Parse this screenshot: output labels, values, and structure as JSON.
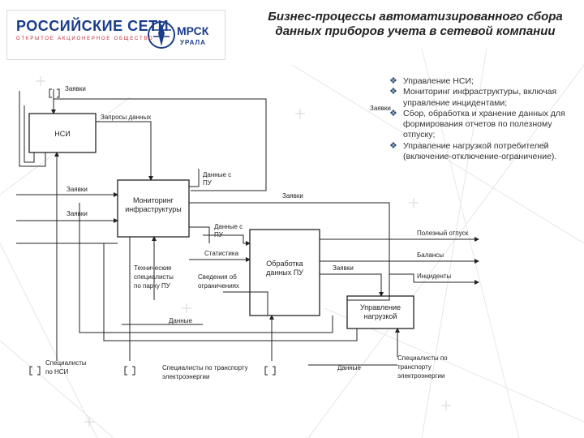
{
  "header": {
    "logo_main": "РОССИЙСКИЕ СЕТИ",
    "logo_sub": "ОТКРЫТОЕ АКЦИОНЕРНОЕ ОБЩЕСТВО",
    "logo_second": "МРСК",
    "logo_second_sub": "УРАЛА",
    "title": "Бизнес-процессы автоматизированного сбора данных приборов учета в сетевой компании"
  },
  "bullets": [
    "Управление НСИ;",
    "Мониторинг инфраструктуры, включая управление инцидентами;",
    "Сбор, обработка и хранение данных для формирования отчетов по полезному отпуску;",
    "Управление нагрузкой потребителей (включение-отключение-ограничение)."
  ],
  "diagram": {
    "boxes": {
      "nsi": "НСИ",
      "monitoring": [
        "Мониторинг",
        "инфраструктуры"
      ],
      "processing": [
        "Обработка",
        "данных ПУ"
      ],
      "load": [
        "Управление",
        "нагрузкой"
      ]
    },
    "labels": {
      "zayavki_top": "Заявки",
      "zapros": "Запросы данных",
      "dannye_pu_1": [
        "Данные с",
        "ПУ"
      ],
      "zayavki_left_1": "Заявки",
      "zayavki_left_2": "Заявки",
      "zayavki_right": "Заявки",
      "zayavki_mid": "Заявки",
      "dannye_pu_2": [
        "Данные с",
        "ПУ"
      ],
      "statistika": "Статистика",
      "zayavki_proc": "Заявки",
      "tech_spec": [
        "Технические",
        "специалисты",
        "по парку ПУ"
      ],
      "svedeniya": [
        "Сведения об",
        "ограничениях"
      ],
      "dannye_bottom": "Данные",
      "dannye_bottom2": "Данные",
      "spec_nsi": [
        "Специалисты",
        "по НСИ"
      ],
      "spec_transport": [
        "Специалисты по транспорту",
        "электроэнергии"
      ],
      "spec_transport2": [
        "Специалисты по",
        "транспорту",
        "электроэнергии"
      ],
      "out_otpusk": "Полезный отпуск",
      "out_balansy": "Балансы",
      "out_incidents": "Инциденты"
    }
  },
  "colors": {
    "title": "#222222",
    "logo_blue": "#1a3d8a",
    "logo_red": "#c0282d",
    "bullet_mark": "#2e4f7a"
  }
}
